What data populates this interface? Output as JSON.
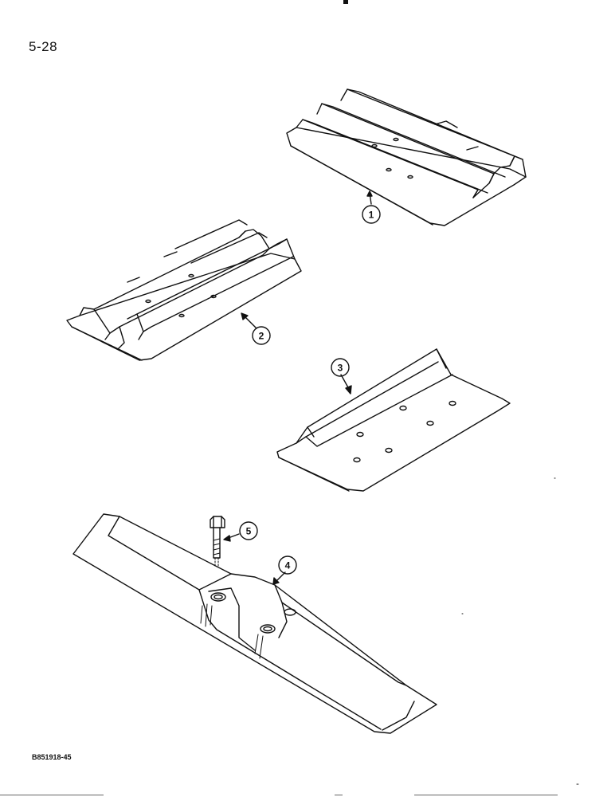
{
  "page": {
    "page_number": "5-28",
    "figure_code": "B851918-45"
  },
  "callouts": [
    {
      "label": "1"
    },
    {
      "label": "2"
    },
    {
      "label": "3"
    },
    {
      "label": "4"
    },
    {
      "label": "5"
    }
  ],
  "colors": {
    "line": "#111111",
    "paper": "#ffffff"
  }
}
